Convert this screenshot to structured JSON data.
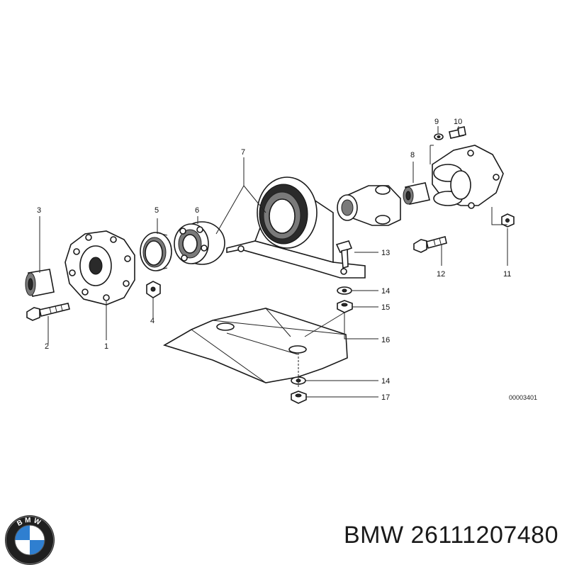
{
  "diagram": {
    "reference_code": "00003401",
    "callouts": [
      "1",
      "2",
      "3",
      "4",
      "5",
      "6",
      "7",
      "8",
      "9",
      "10",
      "11",
      "12",
      "13",
      "14",
      "15",
      "16",
      "14",
      "17"
    ]
  },
  "logo": {
    "text": "BMW"
  },
  "caption": {
    "brand": "BMW",
    "part_number": "26111207480",
    "full": "BMW 26111207480"
  }
}
